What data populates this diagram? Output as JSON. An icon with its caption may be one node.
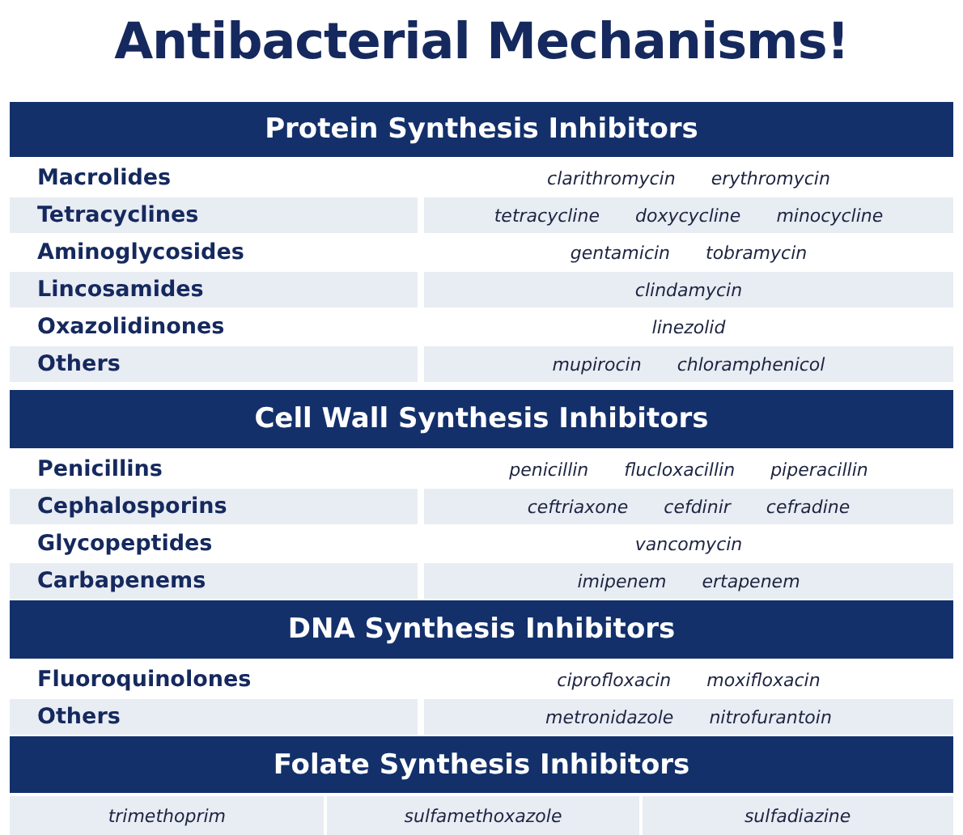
{
  "diagram": {
    "title": "Antibacterial Mechanisms!",
    "nodes": [
      {
        "text": [
          "Protein Synthesis Inhibitors"
        ]
      },
      {
        "text": [
          "Cell Wall Synthesis Inhibitors"
        ]
      },
      {
        "text": [
          "DNA Synthesis Inhibitors"
        ]
      },
      {
        "text": [
          "Folate Synthesis Inhibitors"
        ]
      }
    ],
    "labels": [
      "Macrolides",
      "clarithromycin",
      "erythromycin",
      "Tetracyclines",
      "tetracycline",
      "doxycycline",
      "minocycline",
      "Aminoglycosides",
      "gentamicin",
      "tobramycin",
      "Lincosamides",
      "clindamycin",
      "Oxazolidinones",
      "linezolid",
      "Others",
      "mupirocin",
      "chloramphenicol",
      "Penicillins",
      "penicillin",
      "flucloxacillin",
      "piperacillin",
      "Cephalosporins",
      "ceftriaxone",
      "cefdinir",
      "cefradine",
      "Glycopeptides",
      "vancomycin",
      "Carbapenems",
      "imipenem",
      "ertapenem",
      "Fluoroquinolones",
      "ciprofloxacin",
      "moxifloxacin",
      "Others",
      "metronidazole",
      "nitrofurantoin",
      "trimethoprim",
      "sulfamethoxazole",
      "sulfadiazine"
    ]
  }
}
